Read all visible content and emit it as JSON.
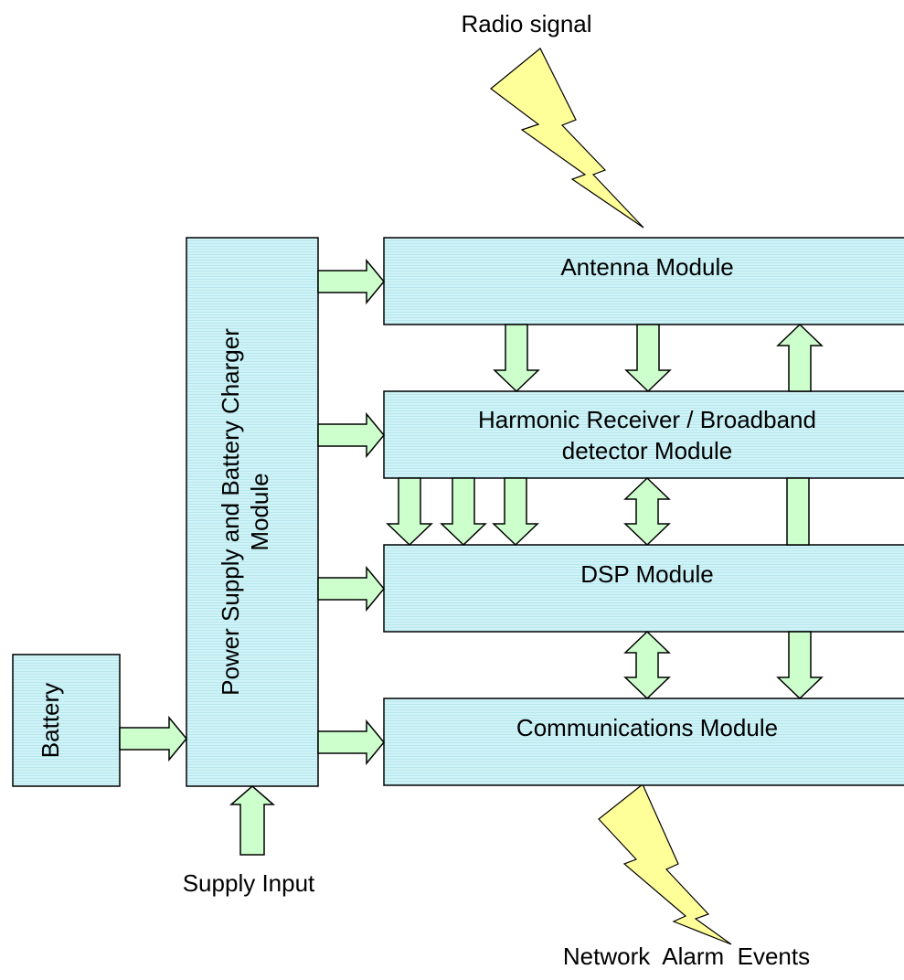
{
  "colors": {
    "module_fill": "#cff3f7",
    "module_stripe": "#b7e7ee",
    "arrow_fill": "#ccffcc",
    "bolt_fill": "#ffff99",
    "outline": "#000000"
  },
  "labels": {
    "radio_signal": "Radio signal",
    "supply_input": "Supply Input",
    "network_alarm_events": "Network  Alarm  Events"
  },
  "modules": {
    "battery": "Battery",
    "power_line1": "Power  Supply and Battery Charger",
    "power_line2": "Module",
    "antenna": "Antenna Module",
    "harmonic_line1": "Harmonic Receiver / Broadband",
    "harmonic_line2": "detector  Module",
    "dsp": "DSP Module",
    "communications": "Communications  Module"
  }
}
